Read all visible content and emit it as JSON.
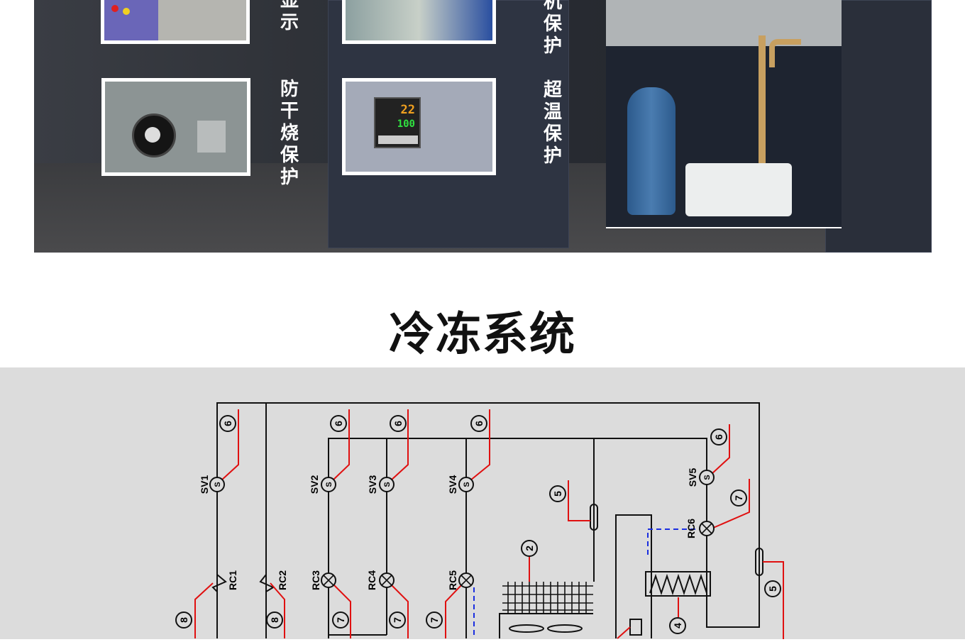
{
  "features": {
    "display_label": "显示",
    "compressor_label": "机保护",
    "dry_burn_label": "防干烧保护",
    "overtemp_label": "超温保护",
    "controller_readout_top": "22",
    "controller_readout_bottom": "100"
  },
  "section_title": "冷冻系统",
  "diagram": {
    "valves": [
      "SV1",
      "SV2",
      "SV3",
      "SV4",
      "SV5"
    ],
    "valve_symbol": "S",
    "expansion": [
      "RC1",
      "RC2",
      "RC3",
      "RC4",
      "RC5",
      "RC6"
    ],
    "callouts": {
      "n2": "2",
      "n4": "4",
      "n5": "5",
      "n6": "6",
      "n7": "7",
      "n8": "8"
    },
    "line_color": "#111111",
    "signal_color": "#e01010",
    "aux_color": "#1a2ee0"
  }
}
